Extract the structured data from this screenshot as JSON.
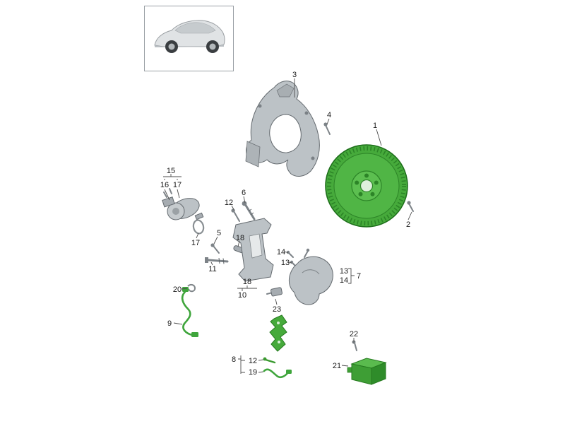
{
  "page": {
    "background": "#ffffff",
    "description_of_view": "exploded rear brake parts diagram with vehicle thumbnail"
  },
  "colors": {
    "highlight_green": "#46aa3b",
    "highlight_green_dark": "#257a1f",
    "part_gray": "#bcc2c6",
    "part_outline": "#646a6f",
    "leader_line": "#4d4d4d",
    "callout_text": "#1a1a1a"
  },
  "callouts": {
    "disc": "1",
    "disc_screw": "2",
    "splash_shield": "3",
    "shield_screw": "4",
    "screw5": "5",
    "bolt6": "6",
    "caliper": "7",
    "retainer_group": "8",
    "wear_sensor": "9",
    "bracket_group": "10",
    "bolt11": "11",
    "screw12_upper": "12",
    "screw12_lower": "12",
    "screw13_left": "13",
    "screw13_right": "13",
    "screw14_left": "14",
    "screw14_right": "14",
    "actuator_group": "15",
    "actuator_screw": "16",
    "actuator_part": "17",
    "o_ring": "17",
    "guide_pin_upper": "18",
    "guide_pin_lower": "18",
    "wire19": "19",
    "clip20": "20",
    "control_module": "21",
    "module_screw": "22",
    "pin23": "23"
  }
}
